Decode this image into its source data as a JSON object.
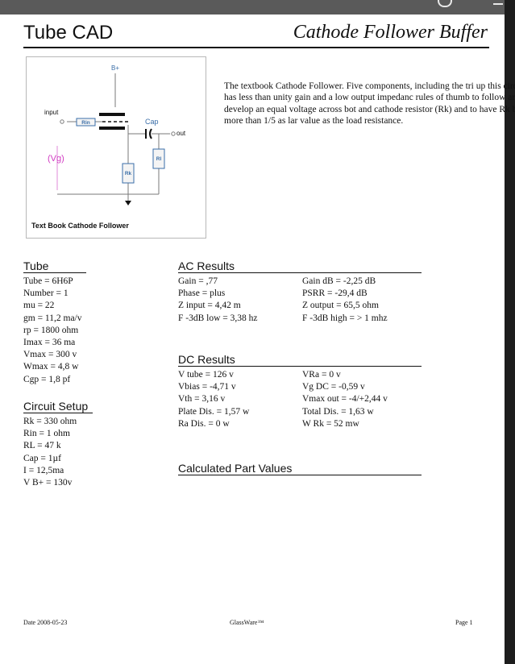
{
  "header": {
    "app_title": "Tube CAD",
    "doc_title": "Cathode Follower Buffer"
  },
  "figure": {
    "labels": {
      "bplus": "B+",
      "input": "input",
      "rin": "Rin",
      "cap": "Cap",
      "out": "out",
      "vg": "(Vg)",
      "rl": "Rl",
      "rk": "Rk"
    },
    "caption": "Text Book Cathode Follower",
    "colors": {
      "wire": "#7a7a7a",
      "resistor": "#3a6ea8",
      "vg": "#d23cc3",
      "vg_line": "#e08ad8"
    }
  },
  "description": "The textbook Cathode Follower. Five components, including the tri up this circuit. It has less than unity gain and a low output impedanc rules of thumb to follow are to  develop an equal voltage across bot and cathode resistor (Rk) and to have Rk be no more than 1/5 as lar value as the load resistance.",
  "tube": {
    "heading": "Tube",
    "items": [
      "Tube = 6H6P",
      "Number = 1",
      "mu = 22",
      "gm = 11,2 ma/v",
      "rp = 1800 ohm",
      "Imax = 36 ma",
      "Vmax = 300 v",
      "Wmax = 4,8 w",
      "Cgp = 1,8 pf"
    ]
  },
  "circuit_setup": {
    "heading": "Circuit Setup",
    "items": [
      "Rk = 330 ohm",
      "Rin = 1 ohm",
      "RL = 47 k",
      "Cap = 1µf",
      "I = 12,5ma",
      "V B+ = 130v"
    ]
  },
  "ac_results": {
    "heading": "AC Results",
    "left": [
      "Gain = ,77",
      "Phase = plus",
      "Z input = 4,42 m",
      "F -3dB low = 3,38 hz"
    ],
    "right": [
      "Gain dB = -2,25 dB",
      "PSRR = -29,4 dB",
      "Z output = 65,5 ohm",
      "F -3dB high = > 1 mhz"
    ]
  },
  "dc_results": {
    "heading": "DC Results",
    "left": [
      "V tube = 126 v",
      "Vbias = -4,71 v",
      "Vth = 3,16 v",
      "Plate Dis. = 1,57 w",
      "Ra Dis. = 0 w"
    ],
    "right": [
      "VRa = 0 v",
      "Vg DC = -0,59 v",
      "Vmax out = -4/+2,44 v",
      "Total Dis. = 1,63 w",
      "W Rk = 52 mw"
    ]
  },
  "calculated": {
    "heading": "Calculated Part Values"
  },
  "footer": {
    "date": "Date 2008-05-23",
    "brand": "GlassWare™",
    "page": "Page 1"
  }
}
